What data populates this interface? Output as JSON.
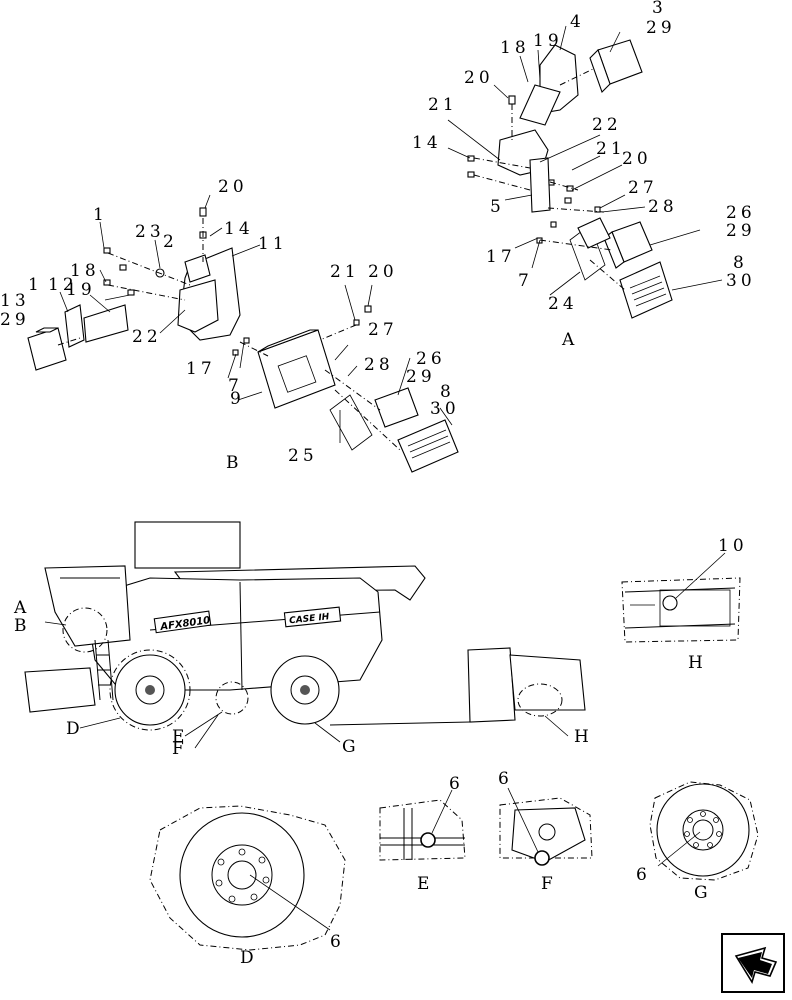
{
  "callouts": {
    "A": "A",
    "B": "B",
    "D": "D",
    "E": "E",
    "F": "F",
    "G": "G",
    "H": "H",
    "n1": "1",
    "n2": "2",
    "n3": "3",
    "n4": "4",
    "n5": "5",
    "n6": "6",
    "n7": "7",
    "n8": "8",
    "n9": "9",
    "n10": "10",
    "n11": "11",
    "n12": "12",
    "n13": "13",
    "n14": "14",
    "n17": "17",
    "n18": "18",
    "n19": "19",
    "n20": "20",
    "n21": "21",
    "n22": "22",
    "n23": "23",
    "n24": "24",
    "n25": "25",
    "n26": "26",
    "n27": "27",
    "n28": "28",
    "n29": "29",
    "n30": "30"
  },
  "machine": {
    "model_badge": "AFX8010",
    "brand_badge": "CASE IH"
  },
  "icons": {
    "corner": "next-page-arrow-icon"
  }
}
